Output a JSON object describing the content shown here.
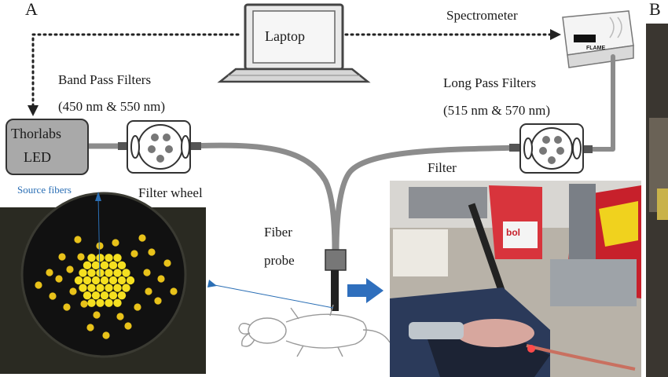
{
  "panels": {
    "a": "A",
    "b": "B"
  },
  "devices": {
    "laptop": "Laptop",
    "spectrometer": "Spectrometer",
    "led_line1": "Thorlabs",
    "led_line2": "LED",
    "spectrometer_badge": "FLAME"
  },
  "filters": {
    "band_pass_title": "Band Pass Filters",
    "band_pass_values": "(450 nm & 550 nm)",
    "long_pass_title": "Long Pass Filters",
    "long_pass_values": "(515 nm & 570 nm)",
    "filter_label": "Filter",
    "filter_wheel": "Filter wheel"
  },
  "probe": {
    "line1": "Fiber",
    "line2": "probe"
  },
  "fibers": {
    "source_label": "Source fibers"
  },
  "photo": {
    "box_text": "bol"
  },
  "colors": {
    "fiber": "#8c8c8c",
    "led_box": "#a9a9a9",
    "annotation_blue": "#2b6fb5",
    "arrow_blue": "#2f6fbd",
    "fiber_dots": "#e8c21a"
  }
}
